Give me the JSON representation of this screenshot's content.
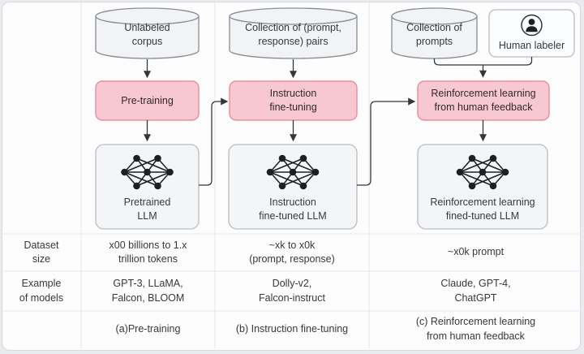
{
  "figure": {
    "type": "llm-training-pipeline-diagram",
    "colors": {
      "page_bg": "#e9ebee",
      "card_bg": "#fdfdfe",
      "grid_line": "#e5e7ea",
      "cylinder_fill": "#f2f3f5",
      "cylinder_border": "#878d95",
      "box_fill": "#f4f5f7",
      "box_border": "#b7bcc2",
      "pink_fill": "#f8c8d2",
      "pink_border": "#ea8ca0",
      "arrow": "#33363a",
      "icon": "#1d1f22",
      "text": "#36383b"
    },
    "icons": {
      "data_source": "database-cylinder-icon",
      "model": "neural-network-icon",
      "human": "person-icon"
    }
  },
  "pipeline": {
    "stages": [
      {
        "data_source": "Unlabeled\ncorpus",
        "process": "Pre-training",
        "model": "Pretrained\nLLM",
        "dataset_size": "x00 billions to 1.x\ntrillion tokens",
        "example_models": "GPT-3, LLaMA,\nFalcon, BLOOM",
        "caption": "(a)Pre-training"
      },
      {
        "data_source": "Collection of (prompt,\nresponse) pairs",
        "process": "Instruction\nfine-tuning",
        "model": "Instruction\nfine-tuned LLM",
        "dataset_size": "~xk to x0k\n(prompt, response)",
        "example_models": "Dolly-v2,\nFalcon-instruct",
        "caption": "(b) Instruction fine-tuning"
      },
      {
        "data_source": "Collection of\nprompts",
        "human_labeler": "Human labeler",
        "process": "Reinforcement learning\nfrom human feedback",
        "model": "Reinforcement learning\nfined-tuned LLM",
        "dataset_size": "~x0k prompt",
        "example_models": "Claude, GPT-4,\nChatGPT",
        "caption": "(c) Reinforcement learning\nfrom human feedback"
      }
    ],
    "row_labels": {
      "dataset_size": "Dataset\nsize",
      "example_models": "Example\nof models"
    }
  }
}
